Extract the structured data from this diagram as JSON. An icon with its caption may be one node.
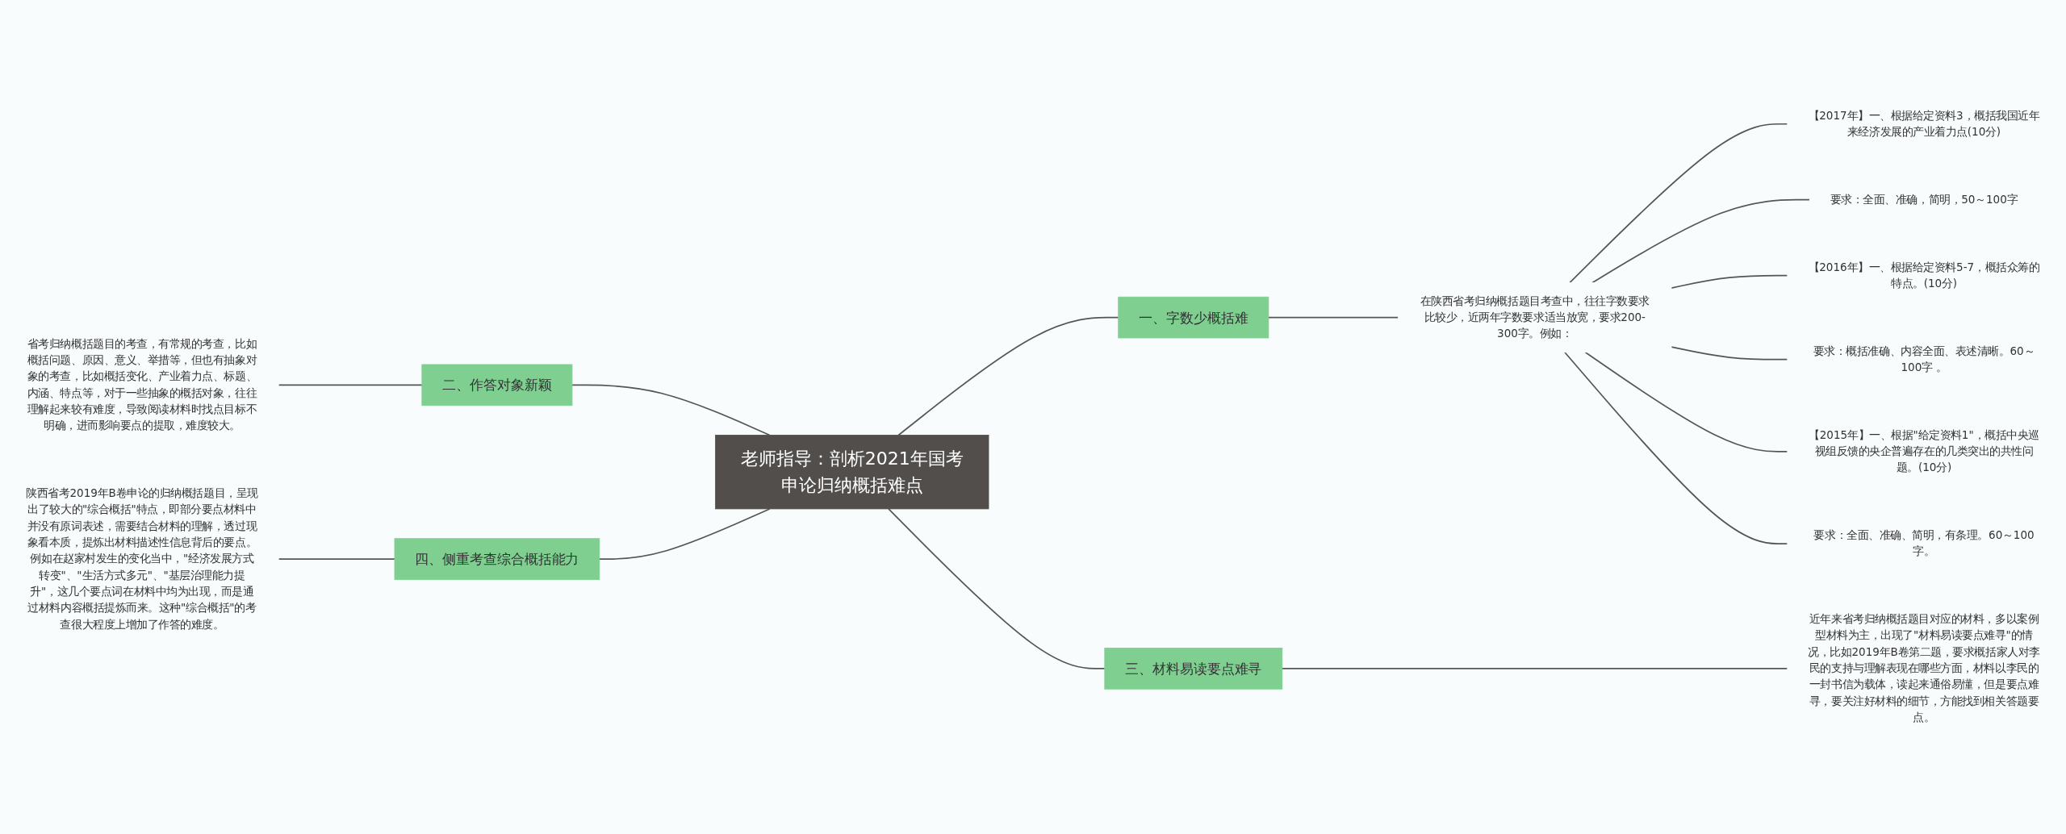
{
  "diagram": {
    "nodes": [
      {
        "text": [
          "老师指导：剖析2021年国考申论归纳概括难点"
        ]
      },
      {
        "text": [
          "一、字数少概括难"
        ]
      },
      {
        "text": [
          "在陕西省考归纳概括题目考查中，往往字数要求比较少，近两年字数要求适当放宽，要求200-300字。例如："
        ]
      },
      {
        "text": [
          "【2017年】一、根据给定资料3，概括我国近年来经济发展的产业着力点(10分)"
        ]
      },
      {
        "text": [
          "要求：全面、准确，简明，50～100字"
        ]
      },
      {
        "text": [
          "【2016年】一、根据给定资料5-7，概括众筹的特点。(10分)"
        ]
      },
      {
        "text": [
          "要求：概括准确、内容全面、表述清晰。60～100字 。"
        ]
      },
      {
        "text": [
          "【2015年】一、根据\"给定资料1\"，概括中央巡视组反馈的央企普遍存在的几类突出的共性问题。(10分)"
        ]
      },
      {
        "text": [
          "要求：全面、准确、简明，有条理。60～100字。"
        ]
      },
      {
        "text": [
          "三、材料易读要点难寻"
        ]
      },
      {
        "text": [
          "近年来省考归纳概括题目对应的材料，多以案例型材料为主，出现了\"材料易读要点难寻\"的情况，比如2019年B卷第二题，要求概括家人对李民的支持与理解表现在哪些方面，材料以李民的一封书信为载体，读起来通俗易懂，但是要点难寻，要关注好材料的细节，方能找到相关答题要点。"
        ]
      },
      {
        "text": [
          "二、作答对象新颖"
        ]
      },
      {
        "text": [
          "省考归纳概括题目的考查，有常规的考查，比如概括问题、原因、意义、举措等，但也有抽象对象的考查，比如概括变化、产业着力点、标题、内涵、特点等，对于一些抽象的概括对象，往往理解起来较有难度，导致阅读材料时找点目标不明确，进而影响要点的提取，难度较大。"
        ]
      },
      {
        "text": [
          "四、侧重考查综合概括能力"
        ]
      },
      {
        "text": [
          "陕西省考2019年B卷申论的归纳概括题目，呈现出了较大的\"综合概括\"特点，即部分要点材料中并没有原词表述，需要结合材料的理解，透过现象看本质，提炼出材料描述性信息背后的要点。例如在赵家村发生的变化当中，\"经济发展方式转变\"、\"生活方式多元\"、\"基层治理能力提升\"，这几个要点词在材料中均为出现，而是通过材料内容概括提炼而来。这种\"综合概括\"的考查很大程度上增加了作答的难度。"
        ]
      }
    ],
    "edges": [
      {
        "from": 0,
        "to": 1,
        "arrow": "none"
      },
      {
        "from": 1,
        "to": 2,
        "arrow": "none"
      },
      {
        "from": 2,
        "to": 3,
        "arrow": "none"
      },
      {
        "from": 2,
        "to": 4,
        "arrow": "none"
      },
      {
        "from": 2,
        "to": 5,
        "arrow": "none"
      },
      {
        "from": 2,
        "to": 6,
        "arrow": "none"
      },
      {
        "from": 2,
        "to": 7,
        "arrow": "none"
      },
      {
        "from": 2,
        "to": 8,
        "arrow": "none"
      },
      {
        "from": 0,
        "to": 9,
        "arrow": "none"
      },
      {
        "from": 9,
        "to": 10,
        "arrow": "none"
      },
      {
        "from": 12,
        "to": 11,
        "arrow": "none"
      },
      {
        "from": 11,
        "to": 0,
        "arrow": "none"
      },
      {
        "from": 14,
        "to": 13,
        "arrow": "none"
      },
      {
        "from": 13,
        "to": 0,
        "arrow": "none"
      }
    ]
  }
}
